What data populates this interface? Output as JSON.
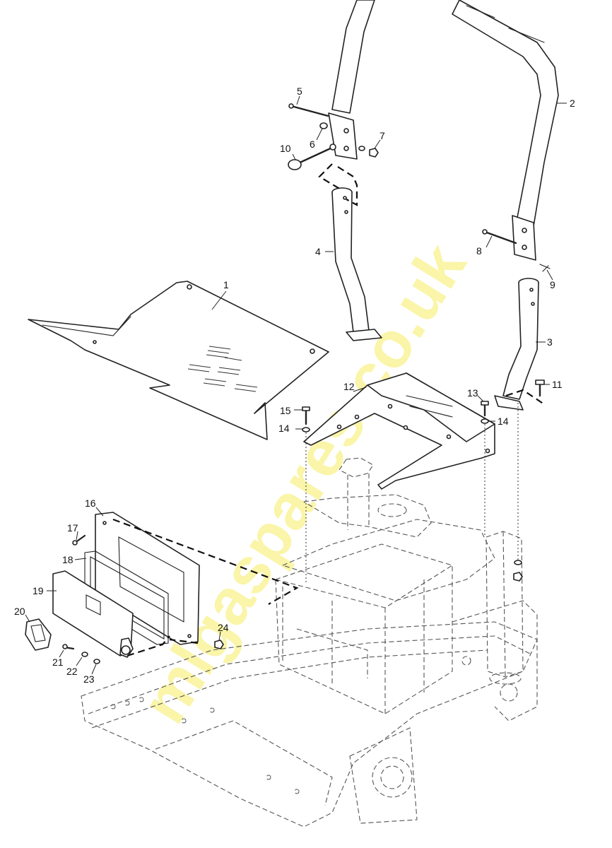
{
  "watermark": "mlgaspares.co.uk",
  "callouts": [
    "1",
    "2",
    "3",
    "4",
    "5",
    "6",
    "7",
    "8",
    "9",
    "10",
    "11",
    "12",
    "13",
    "14",
    "14",
    "15",
    "16",
    "17",
    "18",
    "19",
    "20",
    "21",
    "22",
    "23",
    "24"
  ],
  "colors": {
    "line": "#222222",
    "ghost": "#555555",
    "watermark": "#f6ee62"
  }
}
